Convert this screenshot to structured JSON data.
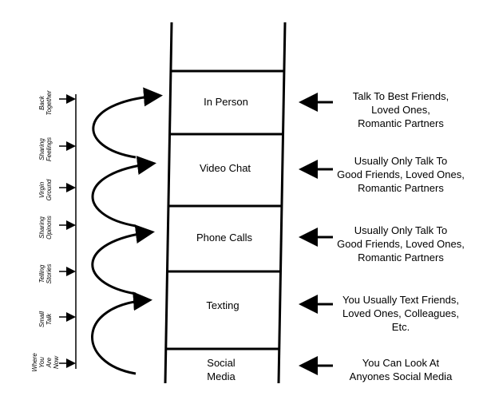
{
  "stages": [
    "Back\nTogether",
    "Sharing\nFeelings",
    "Virgin\nGround",
    "Sharing\nOpinons",
    "Telling\nStories",
    "Small\nTalk",
    "Where\nYou\nAre\nNow"
  ],
  "rungs": [
    "In Person",
    "Video Chat",
    "Phone Calls",
    "Texting",
    "Social\nMedia"
  ],
  "descriptions": [
    "Talk To Best Friends,\nLoved Ones,\nRomantic Partners",
    "Usually Only Talk To\nGood Friends, Loved Ones,\nRomantic Partners",
    "Usually Only Talk To\nGood Friends, Loved Ones,\nRomantic Partners",
    "You Usually Text Friends,\nLoved Ones, Colleagues,\nEtc.",
    "You Can Look At\nAnyones Social Media"
  ]
}
